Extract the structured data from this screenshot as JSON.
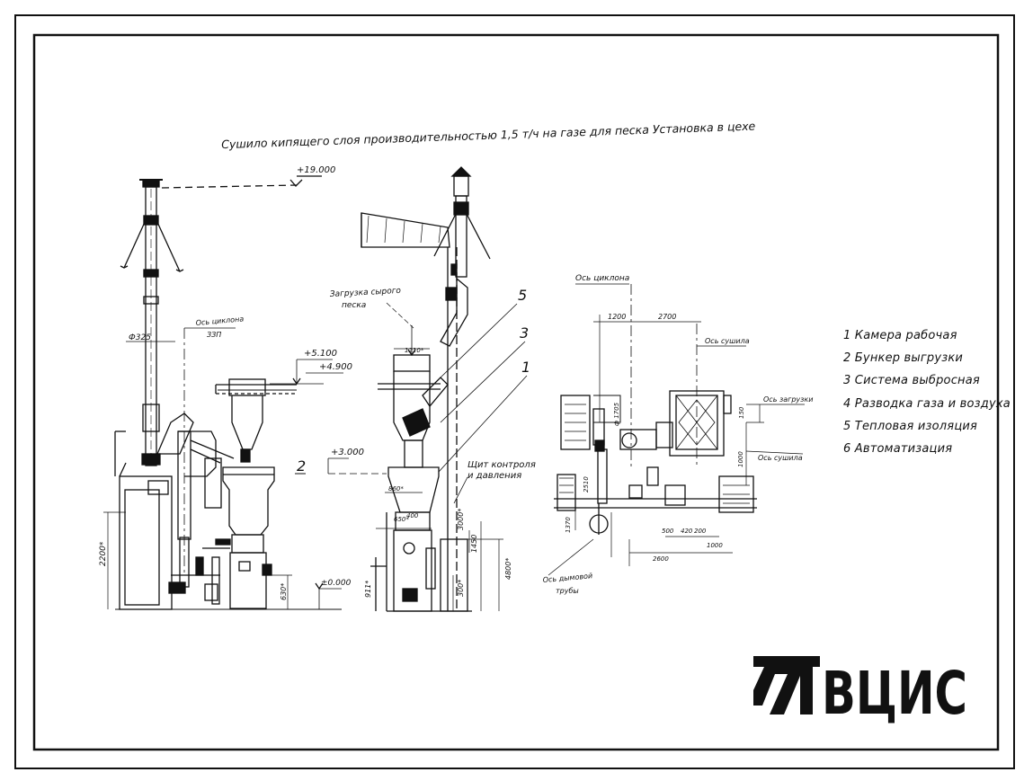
{
  "title": "Сушило кипящего слоя производительностью 1,5 т/ч на газе для песка Установка в цехе",
  "levels": {
    "top": "+19.000",
    "mid1": "+5.100",
    "mid2": "+4.900",
    "mid3": "+3.000",
    "zero": "±0.000"
  },
  "left_view": {
    "axis_label": "Ось циклона",
    "axis_sub": "ЗЗП",
    "diameter": "Ф325",
    "dim_2200": "2200*",
    "dim_630": "630*",
    "section_num": "2"
  },
  "mid_view": {
    "load_label_1": "Загрузка сырого",
    "load_label_2": "песка",
    "dim_1210": "1210*",
    "dim_860": "860*",
    "dim_400": "400",
    "dim_650": "650*",
    "dim_3000": "3000*",
    "dim_1450": "1450",
    "dim_4800": "4800*",
    "dim_911": "911*",
    "dim_300": "300*",
    "panel_label_1": "Щит контроля",
    "panel_label_2": "и давления",
    "callouts": [
      "5",
      "3",
      "1"
    ]
  },
  "plan_view": {
    "axis_cyclone": "Ось циклона",
    "axis_dryer": "Ось сушила",
    "axis_load": "Ось загрузки",
    "axis_dryer2": "Ось сушила",
    "axis_chimney_1": "Ось дымовой",
    "axis_chimney_2": "трубы",
    "dim_1200": "1200",
    "dim_2700": "2700",
    "dim_150": "150",
    "dim_1000v": "1000",
    "dim_2510": "2510",
    "dim_1705": "ф 1705",
    "dim_1370": "1370",
    "dim_500": "500",
    "dim_420": "420",
    "dim_200": "200",
    "dim_1000": "1000",
    "dim_2600": "2600"
  },
  "legend": [
    "1 Камера рабочая",
    "2 Бункер выгрузки",
    "3 Система выбросная",
    "4 Разводка газа и воздуха",
    "5 Тепловая изоляция",
    "6 Автоматизация"
  ],
  "logo": "ВЦИС",
  "colors": {
    "ink": "#111111",
    "paper": "#ffffff"
  }
}
